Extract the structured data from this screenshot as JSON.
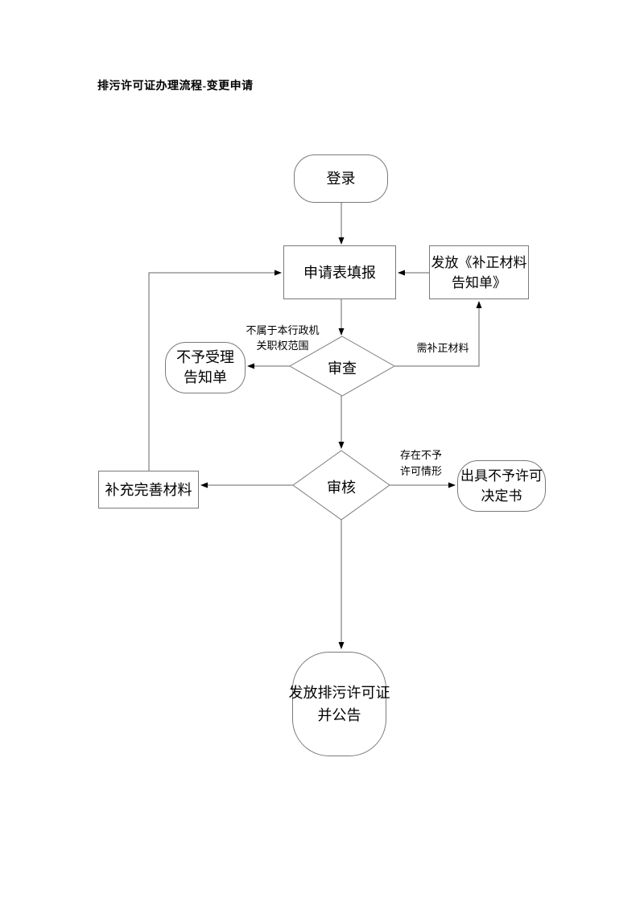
{
  "page": {
    "title": "排污许可证办理流程-变更申请"
  },
  "flowchart": {
    "nodes": {
      "login": {
        "label": "登录"
      },
      "form_fill": {
        "label": "申请表填报"
      },
      "issue_correction_notice": {
        "lines": [
          "发放《补正材料",
          "告知单》"
        ]
      },
      "review": {
        "label": "审查"
      },
      "rejection_notice": {
        "lines": [
          "不予受理",
          "告知单"
        ]
      },
      "audit": {
        "label": "审核"
      },
      "supplement_materials": {
        "label": "补充完善材料"
      },
      "denial_decision": {
        "lines": [
          "出具不予许可",
          "决定书"
        ]
      },
      "issue_permit": {
        "lines": [
          "发放排污许可证",
          "并公告"
        ]
      }
    },
    "edge_labels": {
      "out_of_jurisdiction": {
        "lines": [
          "不属于本行政机",
          "关职权范围"
        ]
      },
      "need_correction": {
        "label": "需补正材料"
      },
      "denial_case": {
        "lines": [
          "存在不予",
          "许可情形"
        ]
      }
    },
    "colors": {
      "line": "#666666",
      "arrowhead": "#000000",
      "node_border": "#7a7a7a",
      "text": "#000000",
      "background": "#ffffff"
    }
  }
}
